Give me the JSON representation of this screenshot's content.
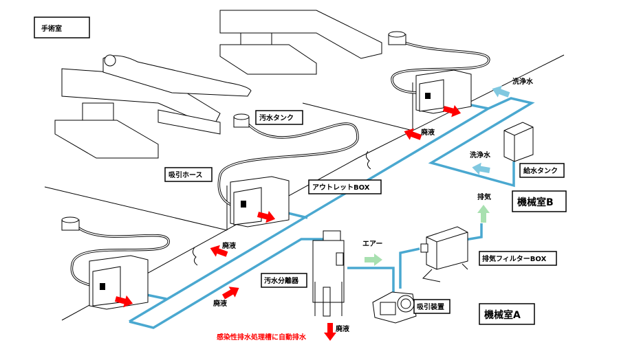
{
  "labels": {
    "operating_room": "手術室",
    "waste_tank": "汚水タンク",
    "suction_hose": "吸引ホース",
    "outlet_box": "アウトレットBOX",
    "wash_water_1": "洗浄水",
    "wash_water_2": "洗浄水",
    "waste_liquid_1": "廃液",
    "waste_liquid_2": "廃液",
    "waste_liquid_3": "廃液",
    "waste_liquid_4": "廃液",
    "supply_tank": "給水タンク",
    "machine_room_b": "機械室B",
    "exhaust": "排気",
    "air": "エアー",
    "exhaust_filter_box": "排気フィルターBOX",
    "separator": "汚水分離器",
    "suction_unit": "吸引装置",
    "machine_room_a": "機械室A",
    "auto_drain": "感染性排水処理槽に自動排水"
  },
  "colors": {
    "pipe": "#4aa8d0",
    "waste_arrow": "#ff0000",
    "water_arrow": "#80c8e0",
    "air_arrow": "#a8e0b0"
  }
}
